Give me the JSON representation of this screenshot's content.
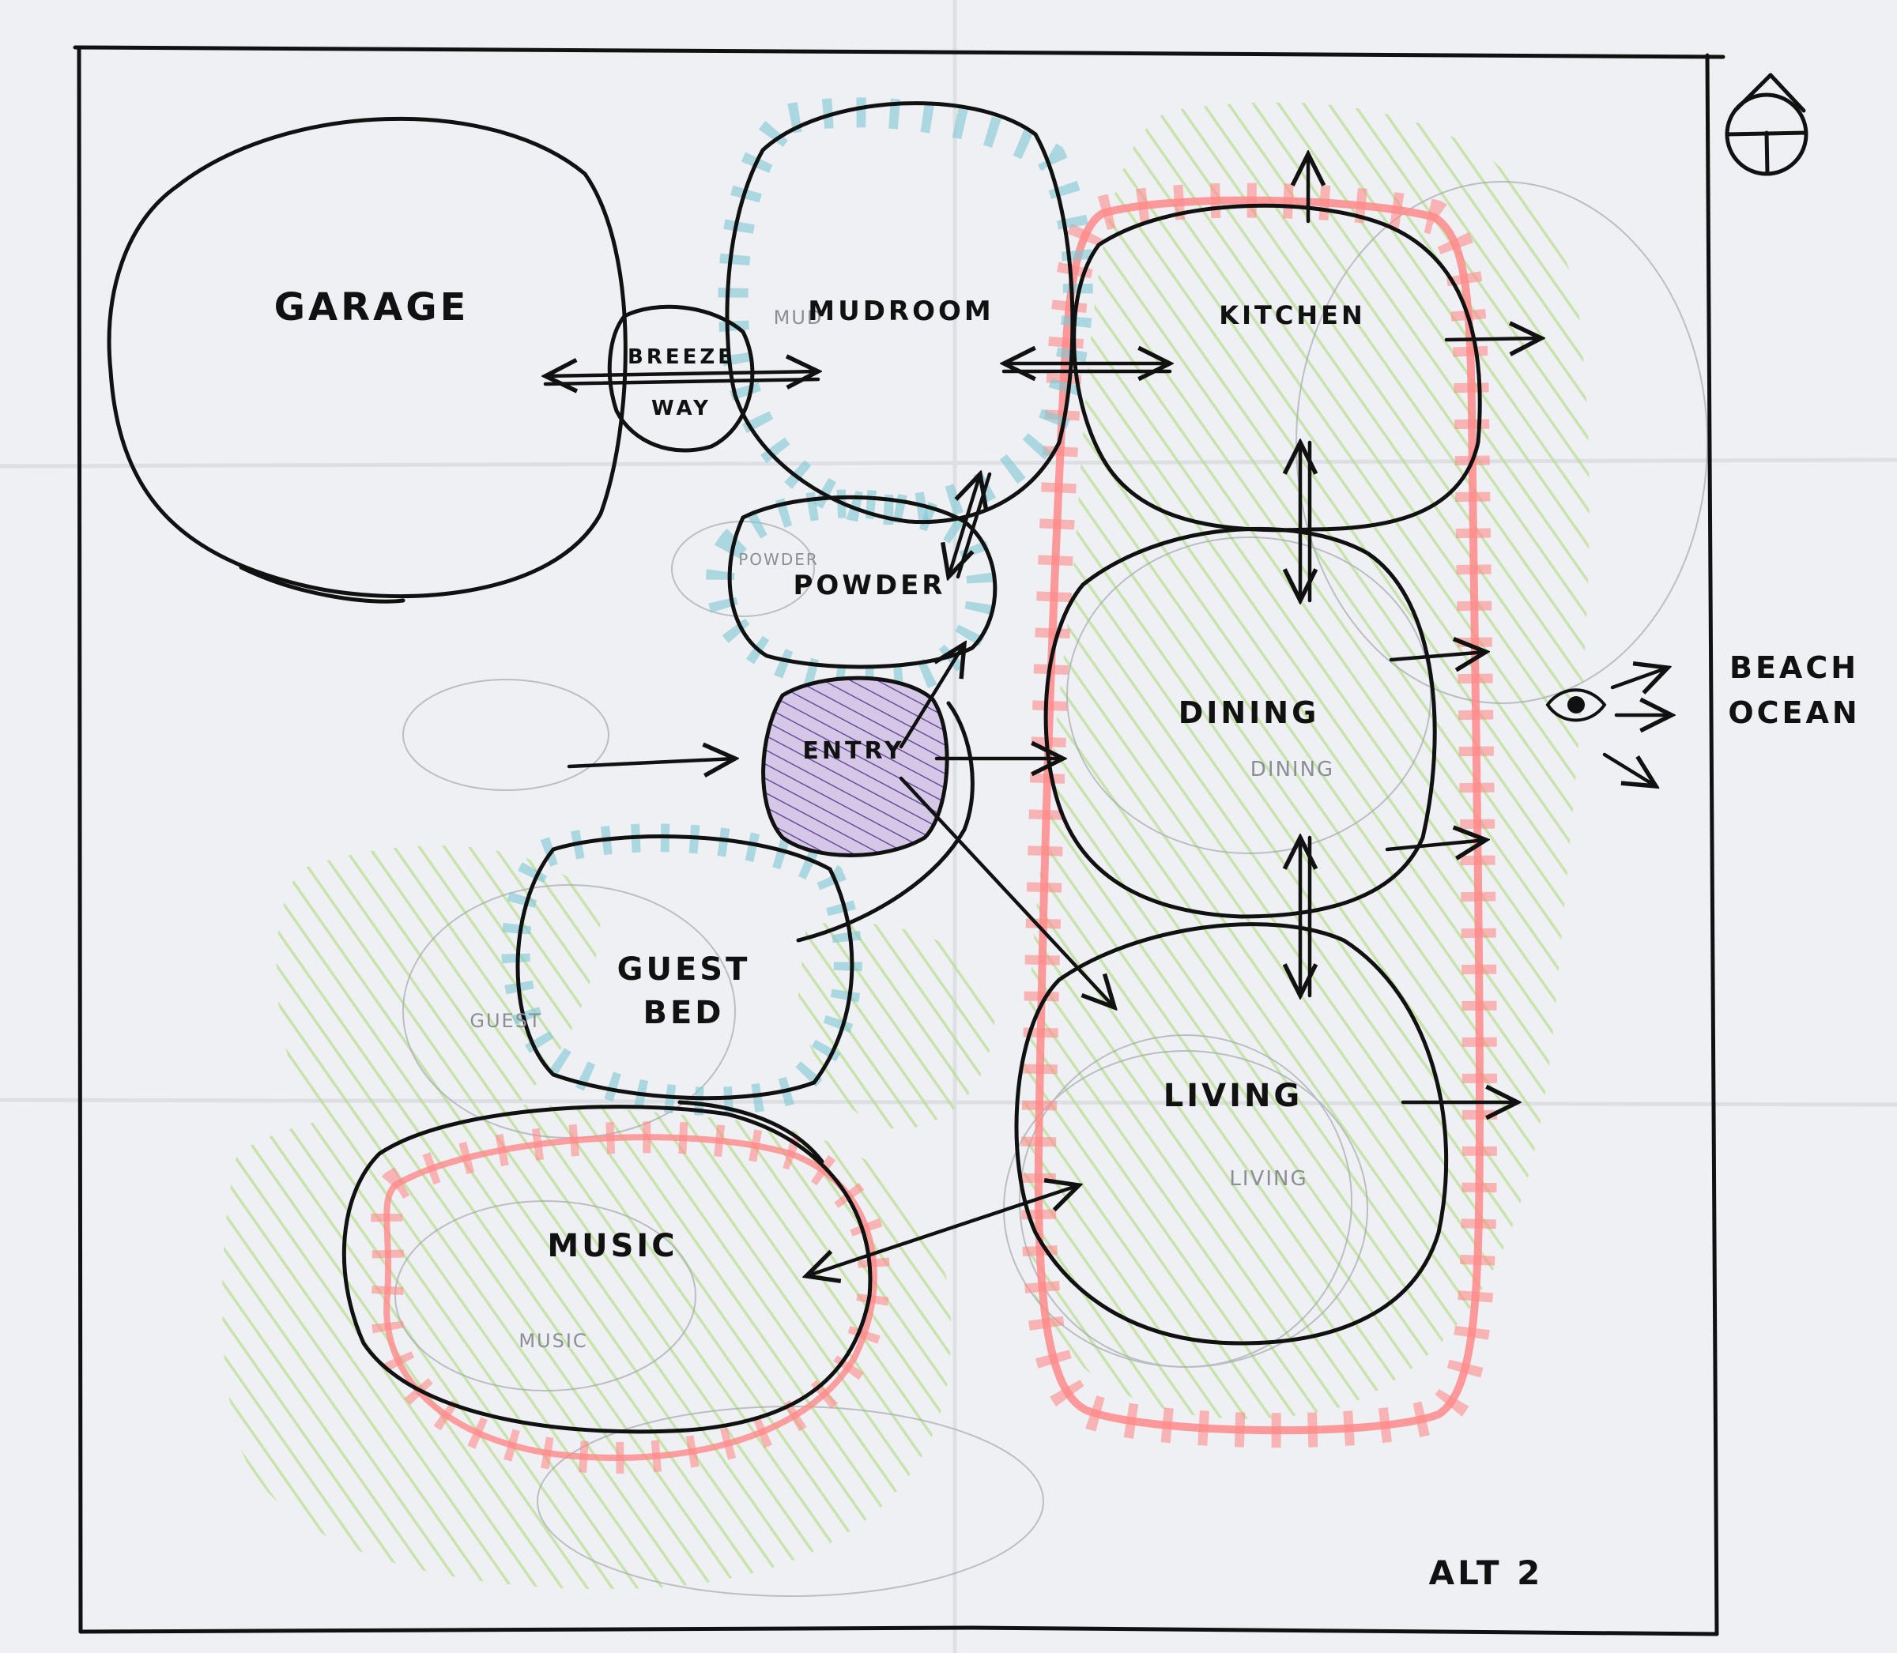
{
  "sheet_label": "ALT 2",
  "view_label": [
    "BEACH",
    "OCEAN"
  ],
  "rooms": {
    "garage": [
      "GARAGE"
    ],
    "breezeway": [
      "BREEZE",
      "WAY"
    ],
    "mudroom": [
      "MUDROOM"
    ],
    "kitchen": [
      "KITCHEN"
    ],
    "powder": [
      "POWDER"
    ],
    "entry": [
      "ENTRY"
    ],
    "dining": [
      "DINING"
    ],
    "guest_bed": [
      "GUEST",
      "BED"
    ],
    "living": [
      "LIVING"
    ],
    "music": [
      "MUSIC"
    ]
  },
  "ghost_labels": {
    "dining": "DINING",
    "living": "LIVING",
    "music": "MUSIC",
    "mudroom_prefix": "MUD",
    "guest": "GUEST",
    "powder": "POWDER"
  },
  "colors": {
    "paper": "#eef0f3",
    "ink": "#111111",
    "green_hatch": "#b9dd8e",
    "pink_hatch": "#ff8a8a",
    "blue_hatch": "#7ec8d4",
    "purple_hatch": "#7a5aa8",
    "purple_fill": "#d4c8e6",
    "graphite": "#9aa0a8"
  },
  "icons": [
    "north-arrow-icon",
    "eye-icon"
  ]
}
